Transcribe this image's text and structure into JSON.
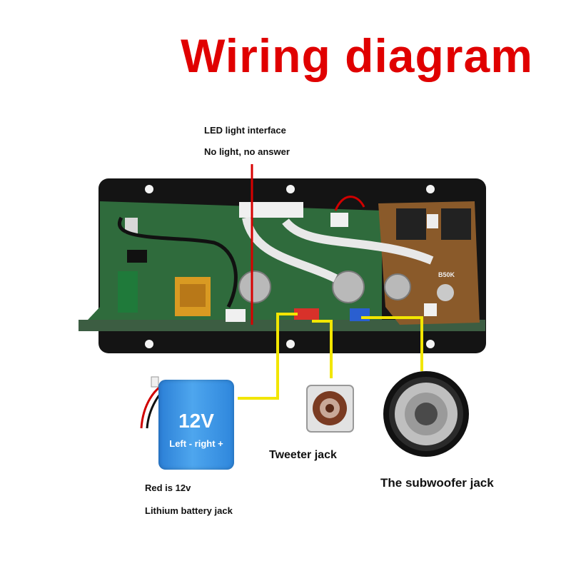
{
  "title": "Wiring diagram",
  "labels": {
    "led_line1": "LED light interface",
    "led_line2": "No light, no answer",
    "battery_voltage": "12V",
    "battery_polarity": "Left - right +",
    "red_note": "Red is 12v",
    "battery_jack": "Lithium battery jack",
    "tweeter_jack": "Tweeter jack",
    "subwoofer_jack": "The subwoofer jack",
    "pot_marking": "B50K"
  },
  "colors": {
    "title": "#e00000",
    "led_wire": "#d80000",
    "signal_wire": "#f2e600",
    "board_plate": "#141414",
    "pcb": "#2f6b3c",
    "battery": "#3a93e4"
  }
}
